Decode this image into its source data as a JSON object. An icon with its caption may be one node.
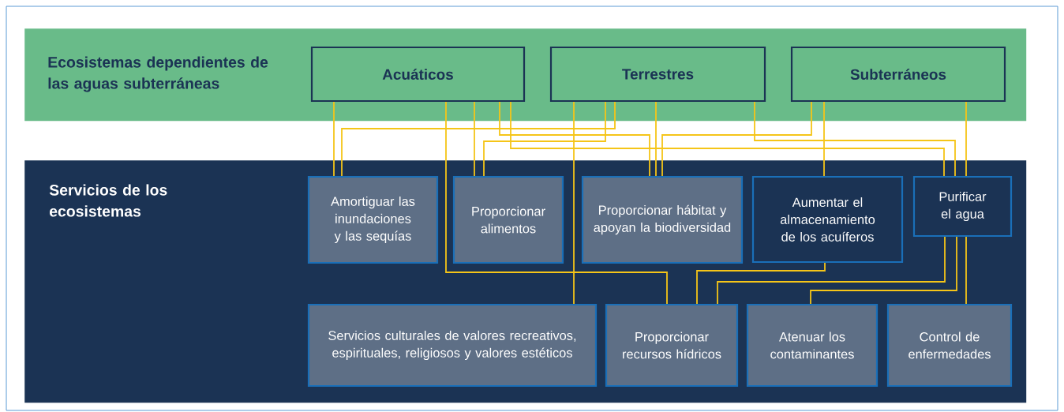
{
  "diagram": {
    "nodes": [
      {
        "text": [
          "Ecosistemas dependientes de las aguas subterráneas"
        ]
      },
      {
        "text": [
          "Acuáticos"
        ],
        "in": 0
      },
      {
        "text": [
          "Terrestres"
        ],
        "in": 0
      },
      {
        "text": [
          "Subterráneos"
        ],
        "in": 0
      },
      {
        "text": [
          "Servicios de los ecosistemas"
        ]
      },
      {
        "text": [
          "Amortiguar las inundaciones y las sequías"
        ],
        "in": 4
      },
      {
        "text": [
          "Proporcionar alimentos"
        ],
        "in": 4
      },
      {
        "text": [
          "Proporcionar hábitat y apoyan la biodiversidad"
        ],
        "in": 4
      },
      {
        "text": [
          "Aumentar el almacenamiento de los acuíferos"
        ],
        "in": 4
      },
      {
        "text": [
          "Purificar el agua"
        ],
        "in": 4
      },
      {
        "text": [
          "Servicios culturales de valores recreativos, espirituales, religiosos y valores estéticos"
        ],
        "in": 4
      },
      {
        "text": [
          "Proporcionar recursos hídricos"
        ],
        "in": 4
      },
      {
        "text": [
          "Atenuar los contaminantes"
        ],
        "in": 4
      },
      {
        "text": [
          "Control de enfermedades"
        ],
        "in": 4
      }
    ],
    "edges": [
      {
        "from": 1,
        "to": 5,
        "arrow": "none"
      },
      {
        "from": 2,
        "to": 5,
        "arrow": "none"
      },
      {
        "from": 1,
        "to": 6,
        "arrow": "none"
      },
      {
        "from": 2,
        "to": 6,
        "arrow": "none"
      },
      {
        "from": 1,
        "to": 7,
        "arrow": "none"
      },
      {
        "from": 2,
        "to": 7,
        "arrow": "none"
      },
      {
        "from": 3,
        "to": 7,
        "arrow": "none"
      },
      {
        "from": 3,
        "to": 8,
        "arrow": "none"
      },
      {
        "from": 1,
        "to": 9,
        "arrow": "none"
      },
      {
        "from": 2,
        "to": 9,
        "arrow": "none"
      },
      {
        "from": 3,
        "to": 9,
        "arrow": "none"
      },
      {
        "from": 1,
        "to": 11,
        "arrow": "none"
      },
      {
        "from": 2,
        "to": 10,
        "arrow": "none"
      },
      {
        "from": 8,
        "to": 11,
        "arrow": "none"
      },
      {
        "from": 9,
        "to": 11,
        "arrow": "none"
      },
      {
        "from": 9,
        "to": 12,
        "arrow": "none"
      },
      {
        "from": 9,
        "to": 13,
        "arrow": "none"
      }
    ]
  }
}
